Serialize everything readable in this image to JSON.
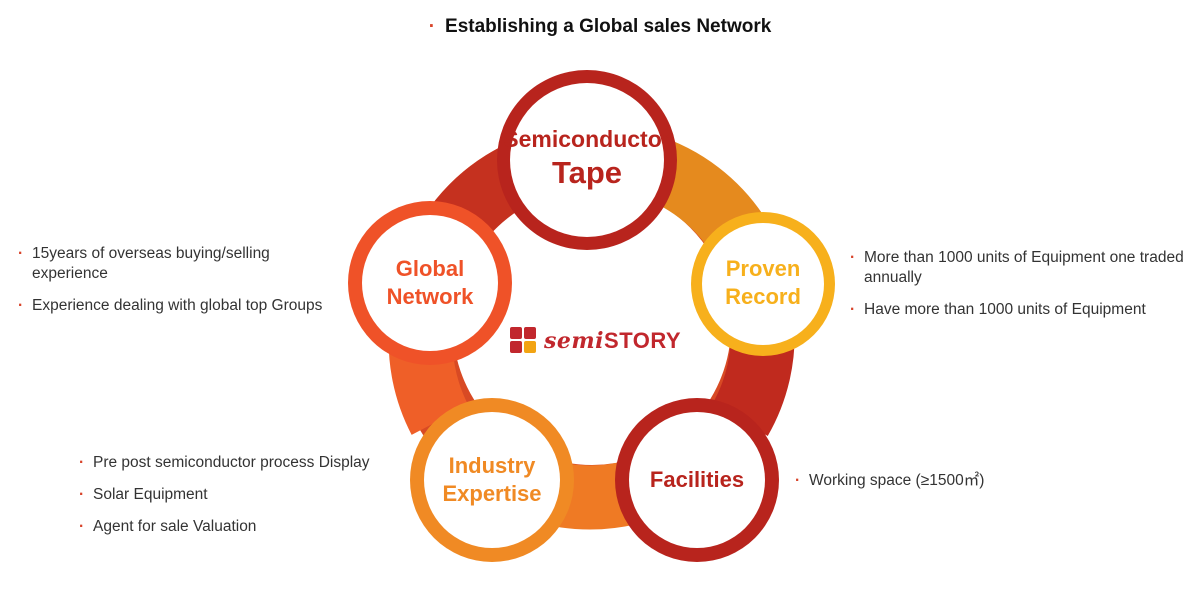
{
  "title": "Establishing a Global sales Network",
  "logo": {
    "prefix": "semi",
    "suffix": "STORY"
  },
  "nodes": {
    "semiconductor": {
      "line1": "Semiconductor",
      "line2": "Tape",
      "color": "#b8241d"
    },
    "proven": {
      "line1": "Proven",
      "line2": "Record",
      "color": "#f7b01c"
    },
    "facilities": {
      "line1": "Facilities",
      "color": "#b8241d"
    },
    "industry": {
      "line1": "Industry",
      "line2": "Expertise",
      "color": "#f08a24"
    },
    "global": {
      "line1": "Global",
      "line2": "Network",
      "color": "#ef5228"
    }
  },
  "bullets": {
    "global": [
      "15years of overseas buying/selling experience",
      "Experience dealing with global top Groups"
    ],
    "proven": [
      "More than 1000 units of Equipment one traded annually",
      "Have more than 1000 units of Equipment"
    ],
    "industry": [
      "Pre post semiconductor process Display",
      "Solar Equipment",
      "Agent for sale Valuation"
    ],
    "facilities": [
      "Working space (≥1500㎡)"
    ]
  },
  "colors": {
    "accent_dot": "#d8442a",
    "logo_red": "#c1272d",
    "logo_orange": "#f2a413"
  }
}
